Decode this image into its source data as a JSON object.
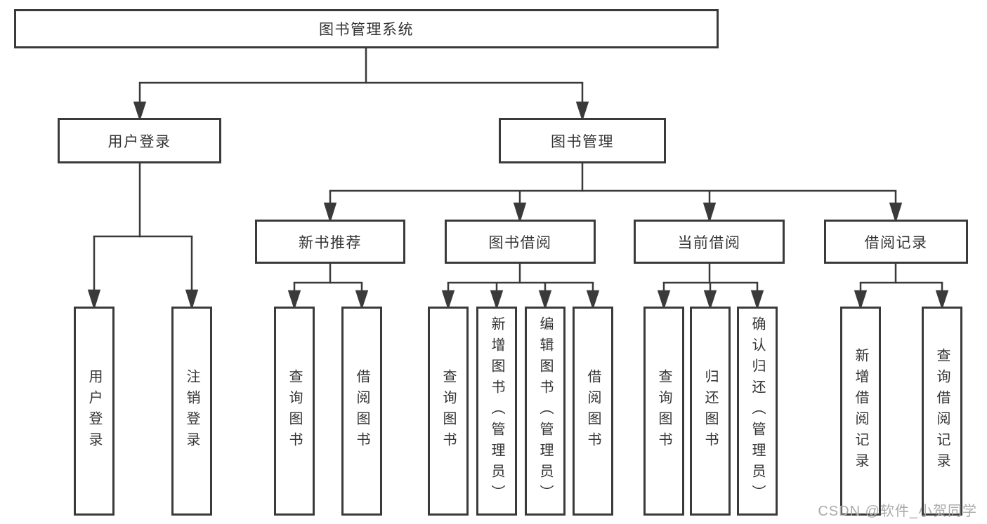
{
  "nodes": {
    "root": {
      "label": "图书管理系统"
    },
    "userLogin": {
      "label": "用户登录",
      "children": [
        "用户登录",
        "注销登录"
      ]
    },
    "bookMgmt": {
      "label": "图书管理"
    },
    "newBooks": {
      "label": "新书推荐",
      "children": [
        "查询图书",
        "借阅图书"
      ]
    },
    "bookBorrow": {
      "label": "图书借阅",
      "children": [
        "查询图书",
        "新增图书（管理员）",
        "编辑图书（管理员）",
        "借阅图书"
      ]
    },
    "currentBorrow": {
      "label": "当前借阅",
      "children": [
        "查询图书",
        "归还图书",
        "确认归还（管理员）"
      ]
    },
    "borrowRecords": {
      "label": "借阅记录",
      "children": [
        "新增借阅记录",
        "查询借阅记录"
      ]
    }
  },
  "watermark": {
    "text": "CSDN @软件_小贺同学"
  },
  "colors": {
    "line": "#3a3a3a",
    "text": "#333333",
    "watermark": "#aaaaaa",
    "background": "#ffffff"
  }
}
